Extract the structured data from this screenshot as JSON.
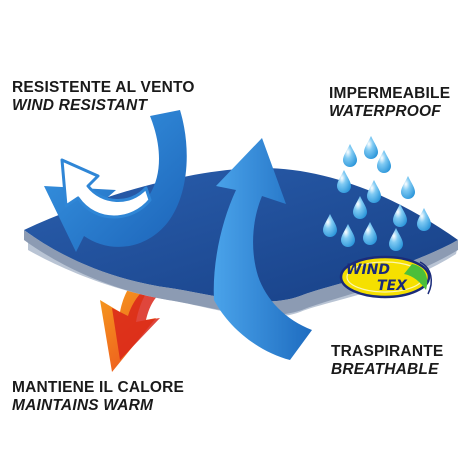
{
  "labels": {
    "wind": {
      "it": "RESISTENTE AL VENTO",
      "en": "WIND RESISTANT"
    },
    "water": {
      "it": "IMPERMEABILE",
      "en": "WATERPROOF"
    },
    "breath": {
      "it": "TRASPIRANTE",
      "en": "BREATHABLE"
    },
    "warm": {
      "it": "MANTIENE IL CALORE",
      "en": "MAINTAINS WARM"
    }
  },
  "logo": {
    "line1": "WIND",
    "line2": "TEX"
  },
  "colors": {
    "membrane_top": "#1f4e9c",
    "membrane_side": "#9aa9bf",
    "arrow_blue": "#2f86d6",
    "arrow_red": "#e8321e",
    "arrow_orange": "#f5a11c",
    "water_drop": "#3aa7e8",
    "logo_yellow": "#f5e000",
    "logo_navy": "#1a2b7a"
  }
}
